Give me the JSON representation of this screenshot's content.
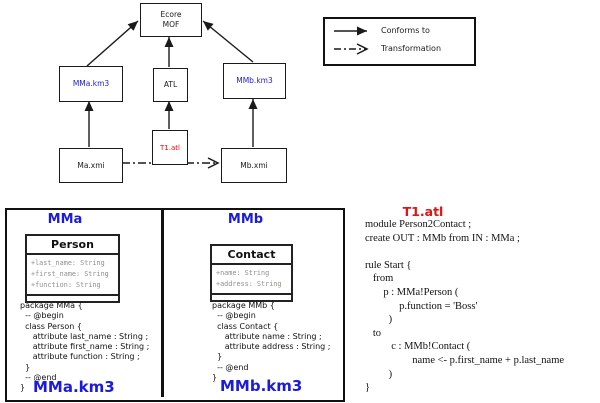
{
  "colors": {
    "blue": "#1b1be0",
    "red": "#e01414",
    "attr_gray": "#8f9089"
  },
  "diagram": {
    "nodes": {
      "ecore": {
        "line1": "Ecore",
        "line2": "MOF"
      },
      "mma_km3": {
        "label": "MMa.km3"
      },
      "atl": {
        "label": "ATL"
      },
      "mmb_km3": {
        "label": "MMb.km3"
      },
      "ma_xmi": {
        "label": "Ma.xmi"
      },
      "t1_atl": {
        "label": "T1.atl"
      },
      "mb_xmi": {
        "label": "Mb.xmi"
      }
    },
    "legend": {
      "conforms_to": "Conforms to",
      "transformation": "Transformation"
    }
  },
  "panel": {
    "mma": {
      "title": "MMa",
      "class_name": "Person",
      "attributes": [
        "+last_name: String",
        "+first_name: String",
        "+function: String"
      ],
      "code": [
        "package MMa {",
        "  -- @begin",
        "  class Person {",
        "     attribute last_name : String ;",
        "     attribute first_name : String ;",
        "     attribute function : String ;",
        "  }",
        "  -- @end",
        "}"
      ],
      "footer": "MMa.km3"
    },
    "mmb": {
      "title": "MMb",
      "class_name": "Contact",
      "attributes": [
        "+name: String",
        "+address: String"
      ],
      "code": [
        "package MMb {",
        "  -- @begin",
        "  class Contact {",
        "     attribute name : String ;",
        "     attribute address : String ;",
        "  }",
        "  -- @end",
        "}"
      ],
      "footer": "MMb.km3"
    }
  },
  "atl": {
    "title": "T1.atl",
    "code": [
      "module Person2Contact ;",
      "create OUT : MMb from IN : MMa ;",
      "",
      "rule Start {",
      "   from",
      "       p : MMa!Person (",
      "             p.function = 'Boss'",
      "         )",
      "   to",
      "          c : MMb!Contact (",
      "                  name <- p.first_name + p.last_name",
      "         )",
      "}"
    ]
  }
}
